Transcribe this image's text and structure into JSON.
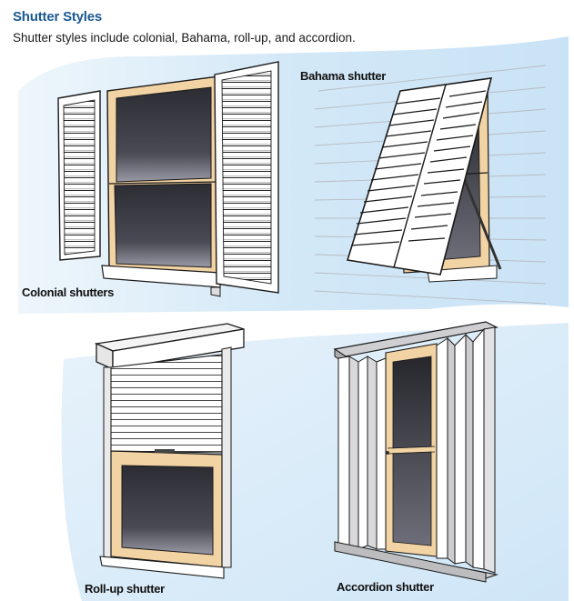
{
  "header": {
    "title": "Shutter Styles",
    "subtitle": "Shutter styles include colonial, Bahama, roll-up, and accordion."
  },
  "captions": {
    "colonial": "Colonial shutters",
    "bahama": "Bahama shutter",
    "rollup": "Roll-up shutter",
    "accordion": "Accordion shutter"
  },
  "colors": {
    "title": "#1b5a92",
    "background_wash": "#d8ebf8",
    "frame_wood": "#f2d3a4",
    "glass_dark": "#3a3a44",
    "shutter_white": "#ffffff",
    "outline": "#1a1a1a"
  }
}
